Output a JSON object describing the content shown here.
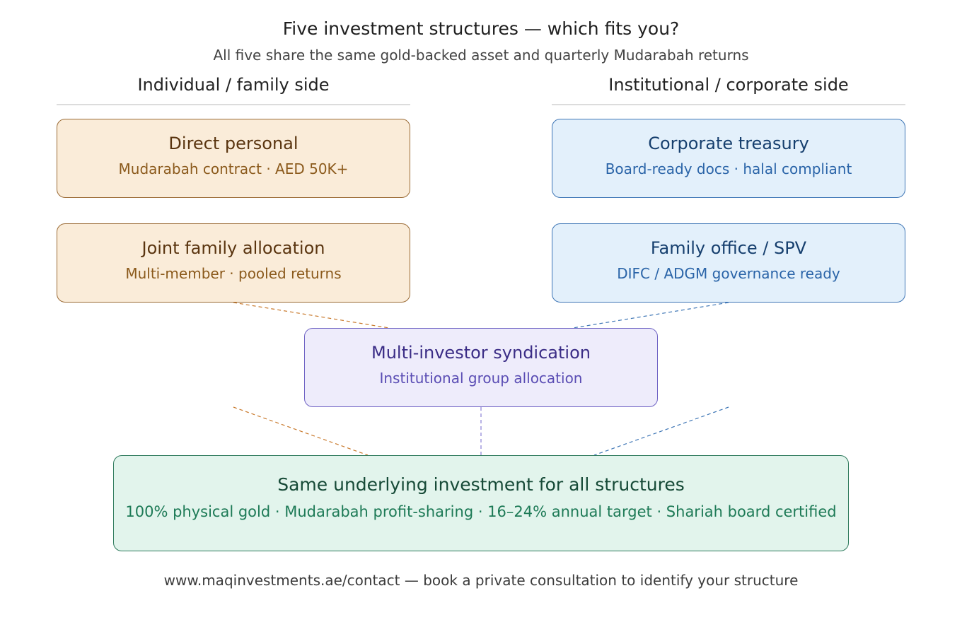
{
  "header": {
    "title": "Five investment structures — which fits you?",
    "subtitle": "All five share the same gold-backed asset and quarterly Mudarabah returns"
  },
  "sides": {
    "left_heading": "Individual / family side",
    "right_heading": "Institutional / corporate side"
  },
  "structures": {
    "direct_personal": {
      "title": "Direct personal",
      "subtitle": "Mudarabah contract · AED 50K+"
    },
    "joint_family": {
      "title": "Joint family allocation",
      "subtitle": "Multi-member · pooled returns"
    },
    "corporate_treasury": {
      "title": "Corporate treasury",
      "subtitle": "Board-ready docs · halal compliant"
    },
    "family_office": {
      "title": "Family office / SPV",
      "subtitle": "DIFC / ADGM governance ready"
    },
    "syndication": {
      "title": "Multi-investor syndication",
      "subtitle": "Institutional group allocation"
    }
  },
  "base": {
    "title": "Same underlying investment for all structures",
    "details": "100% physical gold · Mudarabah profit-sharing · 16–24% annual target · Shariah board certified"
  },
  "footer": {
    "text": "www.maqinvestments.ae/contact — book a private consultation to identify your structure"
  },
  "colors": {
    "individual_line": "#c8782a",
    "institutional_line": "#3d75b5",
    "syndicate_line": "#8a80d6"
  }
}
